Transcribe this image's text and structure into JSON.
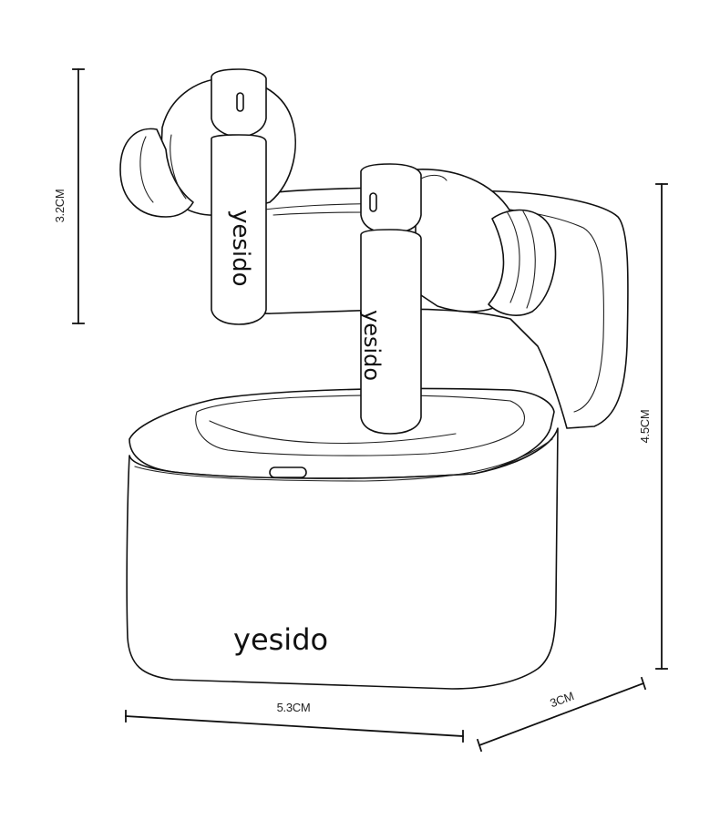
{
  "product": {
    "brand": "yesido"
  },
  "dimensions": {
    "earbud_height": "3.2CM",
    "case_height": "4.5CM",
    "case_width": "5.3CM",
    "case_depth": "3CM"
  },
  "colors": {
    "line": "#111111",
    "background": "#ffffff"
  }
}
